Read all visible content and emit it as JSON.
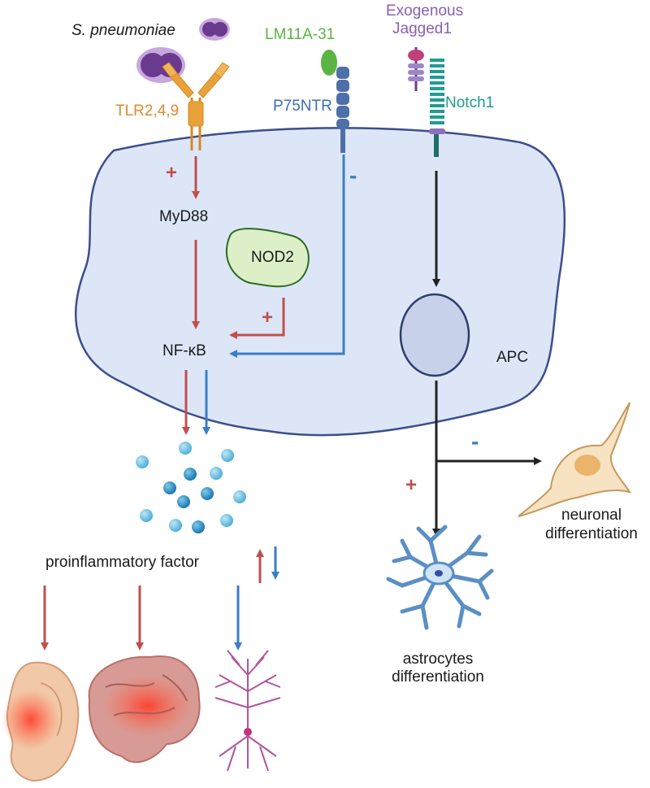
{
  "labels": {
    "pathogen": "S. pneumoniae",
    "tlr": "TLR2,4,9",
    "lm11a": "LM11A-31",
    "p75": "P75NTR",
    "jagged_line1": "Exogenous",
    "jagged_line2": "Jagged1",
    "notch": "Notch1",
    "myd88": "MyD88",
    "nod2": "NOD2",
    "nfkb": "NF-κB",
    "apc": "APC",
    "proinflammatory": "proinflammatory factor",
    "neuronal_line1": "neuronal",
    "neuronal_line2": "differentiation",
    "astro_line1": "astrocytes",
    "astro_line2": "differentiation",
    "plus": "+",
    "minus": "-"
  },
  "colors": {
    "red": "#c0504d",
    "blue": "#3a7fc4",
    "black": "#222222",
    "cell_fill": "#dde6f7",
    "cell_stroke": "#3b4f8c",
    "orange": "#e08a2c",
    "green": "#5bb343",
    "purple": "#8a5fb3",
    "teal": "#1e9c93"
  }
}
